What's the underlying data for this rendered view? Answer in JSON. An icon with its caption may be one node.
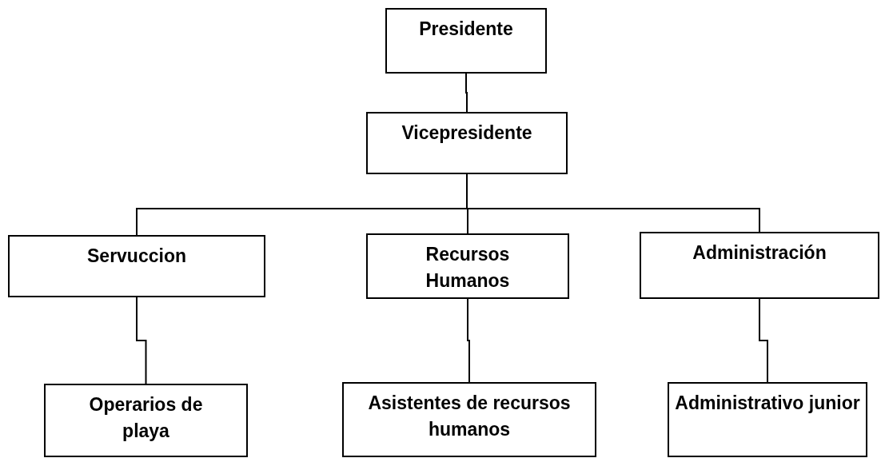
{
  "diagram": {
    "nodes": [
      {
        "text": [
          "Presidente"
        ]
      },
      {
        "text": [
          "Vicepresidente"
        ]
      },
      {
        "text": [
          "Servuccion"
        ]
      },
      {
        "text": [
          "Recursos Humanos"
        ]
      },
      {
        "text": [
          "Administración"
        ]
      },
      {
        "text": [
          "Operarios de playa"
        ]
      },
      {
        "text": [
          "Asistentes de recursos humanos"
        ]
      },
      {
        "text": [
          "Administrativo junior"
        ]
      }
    ],
    "edges": [
      {
        "from": 0,
        "to": 1,
        "arrow": "none"
      },
      {
        "from": 1,
        "to": 2,
        "arrow": "none"
      },
      {
        "from": 1,
        "to": 3,
        "arrow": "none"
      },
      {
        "from": 1,
        "to": 4,
        "arrow": "none"
      },
      {
        "from": 2,
        "to": 5,
        "arrow": "none"
      },
      {
        "from": 3,
        "to": 6,
        "arrow": "none"
      },
      {
        "from": 4,
        "to": 7,
        "arrow": "none"
      }
    ]
  }
}
